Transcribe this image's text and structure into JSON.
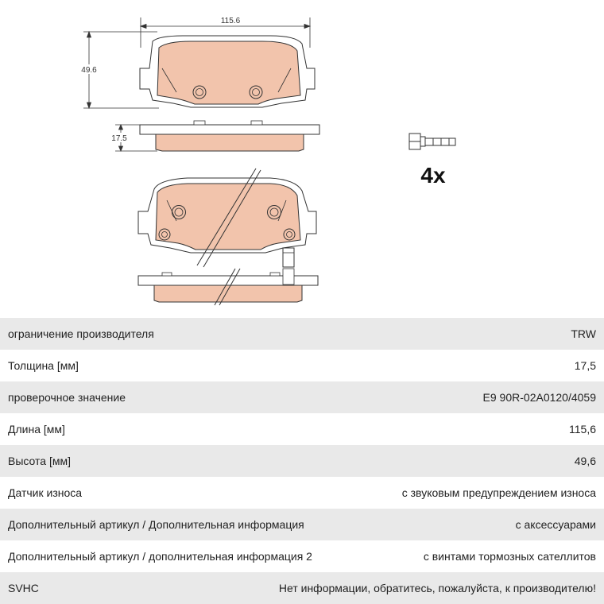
{
  "drawing": {
    "dim_width": "115.6",
    "dim_height": "49.6",
    "dim_thickness": "17.5",
    "quantity": "4x",
    "colors": {
      "pad_fill": "#f2c4ac",
      "pad_stroke": "#333333",
      "backplate": "#ffffff"
    }
  },
  "specs": [
    {
      "label": "ограничение производителя",
      "value": "TRW"
    },
    {
      "label": "Толщина [мм]",
      "value": "17,5"
    },
    {
      "label": "проверочное значение",
      "value": "E9 90R-02A0120/4059"
    },
    {
      "label": "Длина [мм]",
      "value": "115,6"
    },
    {
      "label": "Высота [мм]",
      "value": "49,6"
    },
    {
      "label": "Датчик износа",
      "value": "с звуковым предупреждением износа"
    },
    {
      "label": "Дополнительный артикул / Дополнительная информация",
      "value": "с аксессуарами"
    },
    {
      "label": "Дополнительный артикул / дополнительная информация 2",
      "value": "с винтами тормозных сателлитов"
    },
    {
      "label": "SVHC",
      "value": "Нет информации, обратитесь, пожалуйста, к производителю!"
    }
  ]
}
